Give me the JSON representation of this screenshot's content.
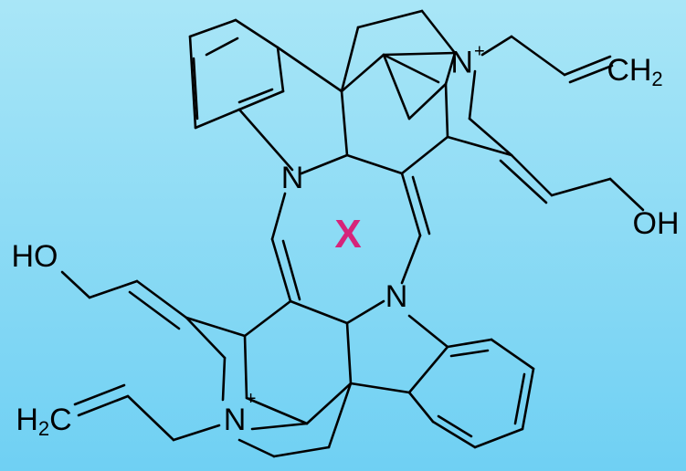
{
  "diagram": {
    "center_label": "X",
    "center_label_color": "#d6247a",
    "atoms": {
      "n_upper_ammonium": "N",
      "charge_upper": "+",
      "ch2_upper": "CH",
      "ch2_upper_sub": "2",
      "oh_right": "OH",
      "n_upper_indoline": "N",
      "n_lower_indoline": "N",
      "ho_left": "HO",
      "h2c_lower_h": "H",
      "h2c_lower_sub": "2",
      "h2c_lower_c": "C",
      "n_lower_ammonium": "N",
      "charge_lower": "+"
    }
  }
}
